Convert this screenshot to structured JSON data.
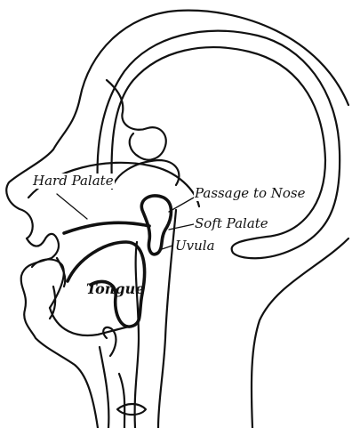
{
  "labels": {
    "hard_palate": "Hard Palate",
    "passage_to_nose": "Passage to Nose",
    "soft_palate": "Soft Palate",
    "uvula": "Uvula",
    "tongue": "Tongue"
  },
  "colors": {
    "ink": "#111111",
    "paper": "#ffffff"
  }
}
